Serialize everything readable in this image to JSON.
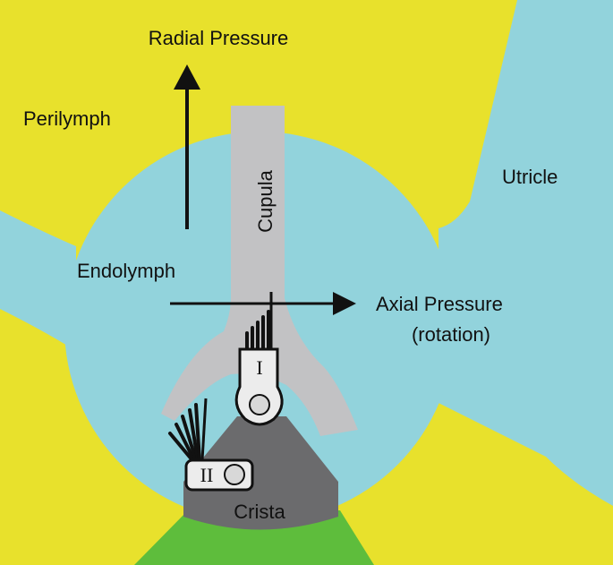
{
  "labels": {
    "radial_pressure": "Radial Pressure",
    "perilymph": "Perilymph",
    "cupula": "Cupula",
    "utricle": "Utricle",
    "endolymph": "Endolymph",
    "axial_pressure_line1": "Axial Pressure",
    "axial_pressure_line2": "(rotation)",
    "crista": "Crista",
    "hair_cell_type1": "I",
    "hair_cell_type2": "II"
  },
  "colors": {
    "perilymph": "#e8e12c",
    "endolymph": "#92d3dc",
    "cupula": "#c2c2c4",
    "crista": "#6b6b6d",
    "nerve": "#5ebd3c",
    "arrow": "#111111",
    "cell": "#ececec"
  },
  "icons": {
    "radial_arrow": "arrow-up-icon",
    "axial_arrow": "arrow-right-icon"
  }
}
